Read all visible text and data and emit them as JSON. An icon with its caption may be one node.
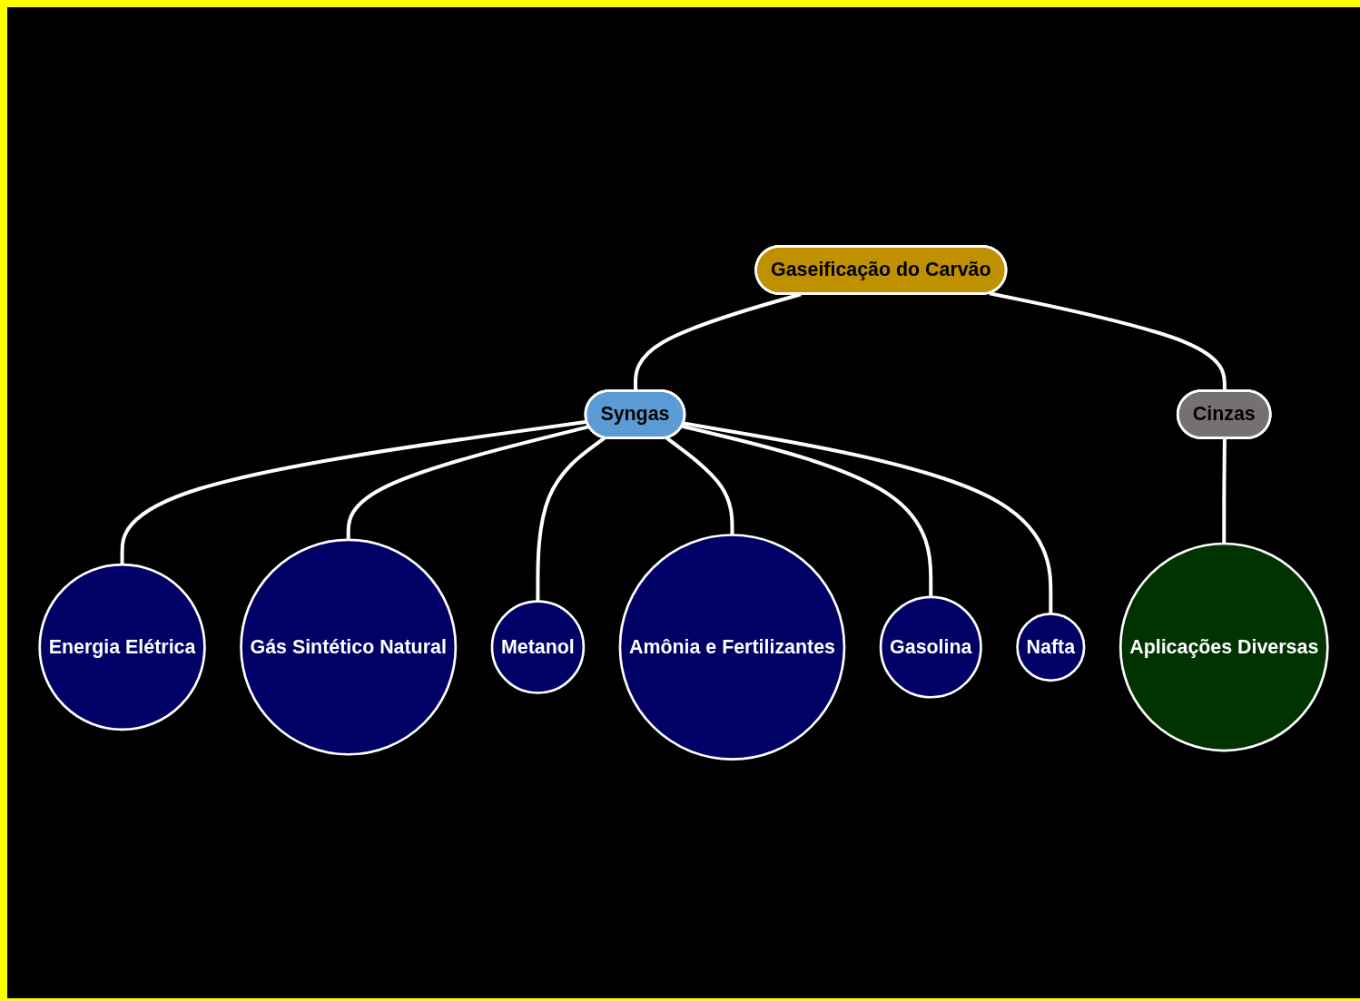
{
  "diagram": {
    "nodes": [
      {
        "text": [
          "Gaseificação do Carvão"
        ]
      },
      {
        "text": [
          "Syngas"
        ]
      },
      {
        "text": [
          "Cinzas"
        ]
      },
      {
        "text": [
          "Energia Elétrica"
        ]
      },
      {
        "text": [
          "Gás Sintético Natural"
        ]
      },
      {
        "text": [
          "Metanol"
        ]
      },
      {
        "text": [
          "Amônia e Fertilizantes"
        ]
      },
      {
        "text": [
          "Gasolina"
        ]
      },
      {
        "text": [
          "Nafta"
        ]
      },
      {
        "text": [
          "Aplicações Diversas"
        ]
      }
    ],
    "edges": [
      {
        "from": 0,
        "to": 1,
        "arrow": "none"
      },
      {
        "from": 0,
        "to": 2,
        "arrow": "none"
      },
      {
        "from": 1,
        "to": 3,
        "arrow": "none"
      },
      {
        "from": 1,
        "to": 4,
        "arrow": "none"
      },
      {
        "from": 1,
        "to": 5,
        "arrow": "none"
      },
      {
        "from": 1,
        "to": 6,
        "arrow": "none"
      },
      {
        "from": 1,
        "to": 7,
        "arrow": "none"
      },
      {
        "from": 1,
        "to": 8,
        "arrow": "none"
      },
      {
        "from": 2,
        "to": 9,
        "arrow": "none"
      }
    ]
  }
}
